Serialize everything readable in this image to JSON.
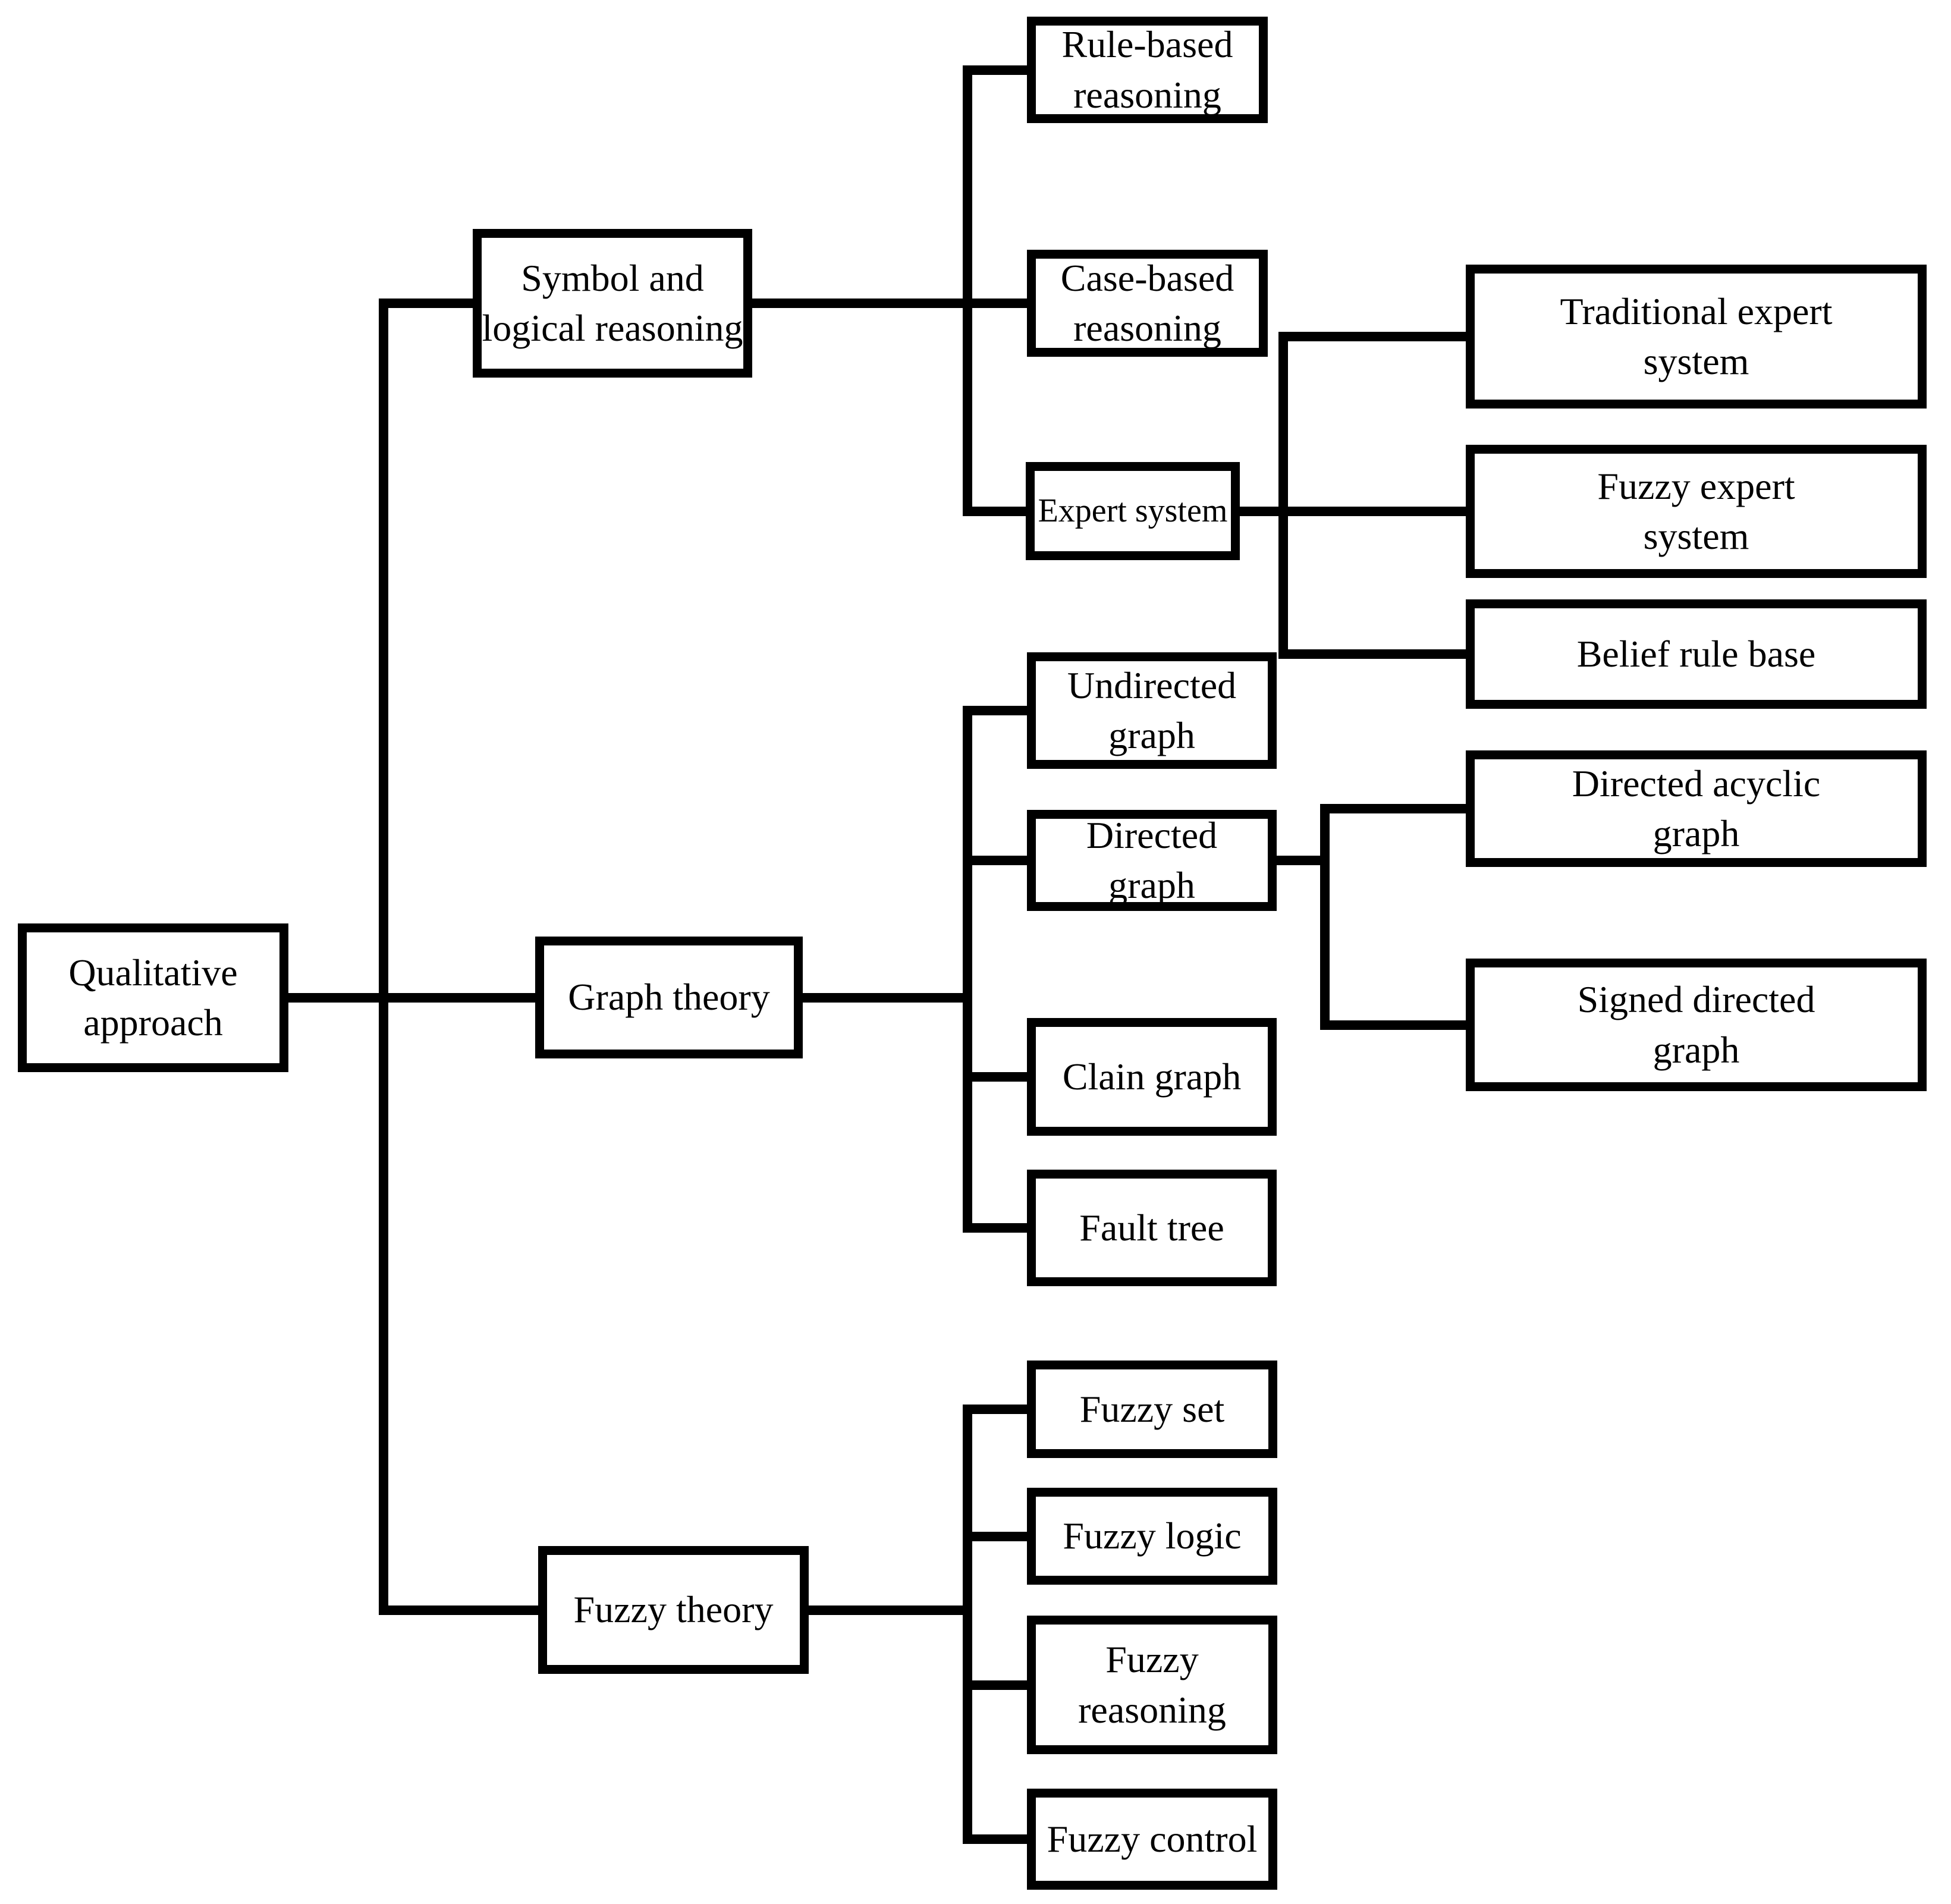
{
  "diagram_title": "Qualitative approach taxonomy",
  "colors": {
    "background": "#ffffff",
    "box_border": "#000000",
    "box_fill": "#ffffff",
    "text": "#000000",
    "line": "#000000"
  },
  "nodes": {
    "qualitative": "Qualitative\napproach",
    "symbol": "Symbol and\nlogical reasoning",
    "rule": "Rule-based\nreasoning",
    "case": "Case-based\nreasoning",
    "expert": "Expert system",
    "traditional": "Traditional expert\nsystem",
    "fuzzy_expert": "Fuzzy expert\nsystem",
    "belief": "Belief rule base",
    "graph": "Graph theory",
    "undirected": "Undirected\ngraph",
    "directed": "Directed\ngraph",
    "dag": "Directed acyclic\ngraph",
    "sdg": "Signed directed\ngraph",
    "clain": "Clain graph",
    "fault": "Fault tree",
    "fuzzy": "Fuzzy theory",
    "fuzzy_set": "Fuzzy set",
    "fuzzy_logic": "Fuzzy logic",
    "fuzzy_reasoning": "Fuzzy\nreasoning",
    "fuzzy_control": "Fuzzy control"
  },
  "tree": {
    "label": "Qualitative approach",
    "children": [
      {
        "label": "Symbol and logical reasoning",
        "children": [
          {
            "label": "Rule-based reasoning"
          },
          {
            "label": "Case-based reasoning"
          },
          {
            "label": "Expert system",
            "children": [
              {
                "label": "Traditional expert system"
              },
              {
                "label": "Fuzzy expert system"
              },
              {
                "label": "Belief rule base"
              }
            ]
          }
        ]
      },
      {
        "label": "Graph theory",
        "children": [
          {
            "label": "Undirected graph"
          },
          {
            "label": "Directed graph",
            "children": [
              {
                "label": "Directed acyclic graph"
              },
              {
                "label": "Signed directed graph"
              }
            ]
          },
          {
            "label": "Clain graph"
          },
          {
            "label": "Fault tree"
          }
        ]
      },
      {
        "label": "Fuzzy theory",
        "children": [
          {
            "label": "Fuzzy set"
          },
          {
            "label": "Fuzzy logic"
          },
          {
            "label": "Fuzzy reasoning"
          },
          {
            "label": "Fuzzy control"
          }
        ]
      }
    ]
  }
}
